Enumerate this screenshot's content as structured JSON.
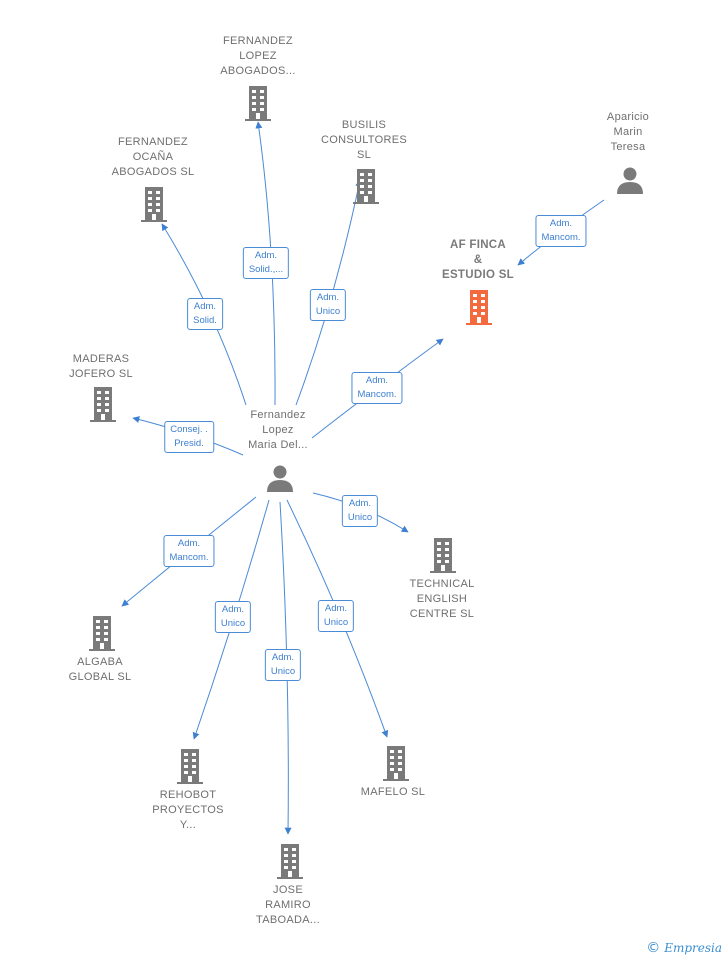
{
  "colors": {
    "edge": "#4a8bd6",
    "node": "#7a7a7a",
    "focus": "#f26a3d"
  },
  "nodes": {
    "fernandez_lopez_abogados": {
      "label": "FERNANDEZ\nLOPEZ\nABOGADOS...",
      "kind": "company"
    },
    "fernandez_ocana": {
      "label": "FERNANDEZ\nOCAÑA\nABOGADOS  SL",
      "kind": "company"
    },
    "busilis": {
      "label": "BUSILIS\nCONSULTORES\nSL",
      "kind": "company"
    },
    "aparicio": {
      "label": "Aparicio\nMarin\nTeresa",
      "kind": "person"
    },
    "af_finca": {
      "label": "AF FINCA\n&\nESTUDIO  SL",
      "kind": "focus"
    },
    "maderas": {
      "label": "MADERAS\nJOFERO SL",
      "kind": "company"
    },
    "center_person": {
      "label": "Fernandez\nLopez\nMaria Del...",
      "kind": "person"
    },
    "technical": {
      "label": "TECHNICAL\nENGLISH\nCENTRE  SL",
      "kind": "company"
    },
    "algaba": {
      "label": "ALGABA\nGLOBAL  SL",
      "kind": "company"
    },
    "rehobot": {
      "label": "REHOBOT\nPROYECTOS\nY...",
      "kind": "company"
    },
    "mafelo": {
      "label": "MAFELO  SL",
      "kind": "company"
    },
    "jose_ramiro": {
      "label": "JOSE\nRAMIRO\nTABOADA...",
      "kind": "company"
    }
  },
  "edges": {
    "e1": "Adm.\nSolid.,...",
    "e2": "Adm.\nSolid.",
    "e3": "Adm.\nUnico",
    "e4": "Adm.\nMancom.",
    "e5": "Adm.\nMancom.",
    "e6": "Consej. .\nPresid.",
    "e7": "Adm.\nUnico",
    "e8": "Adm.\nMancom.",
    "e9": "Adm.\nUnico",
    "e10": "Adm.\nUnico",
    "e11": "Adm.\nUnico"
  },
  "watermark": {
    "symbol": "©",
    "brand": "Empresia"
  }
}
